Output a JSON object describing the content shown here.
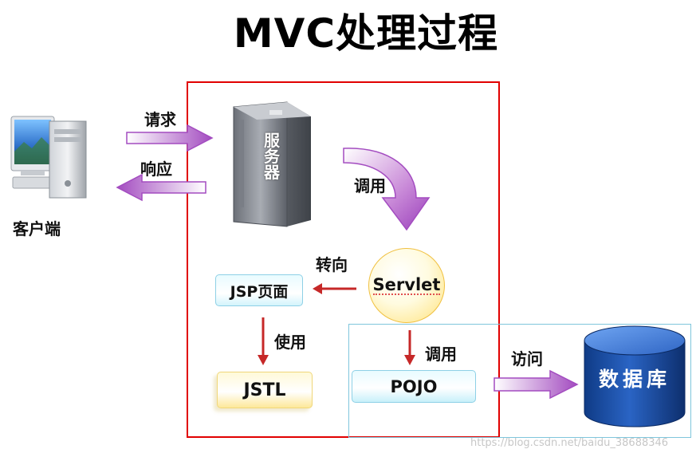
{
  "title": "MVC处理过程",
  "labels": {
    "client": "客户端",
    "request": "请求",
    "response": "响应",
    "call_1": "调用",
    "forward": "转向",
    "use": "使用",
    "call_2": "调用",
    "access": "访问"
  },
  "nodes": {
    "server": "服务器",
    "servlet": "Servlet",
    "jsp_page": "JSP页面",
    "jstl": "JSTL",
    "pojo": "POJO",
    "database": "数据库"
  },
  "watermark": "https://blog.csdn.net/baidu_38688346",
  "colors": {
    "outer_frame": "#e10000",
    "model_frame": "#7fc6dc",
    "red_arrow": "#c62828",
    "purple_arrow": "#b060c0",
    "database": "#1a4ca0"
  }
}
